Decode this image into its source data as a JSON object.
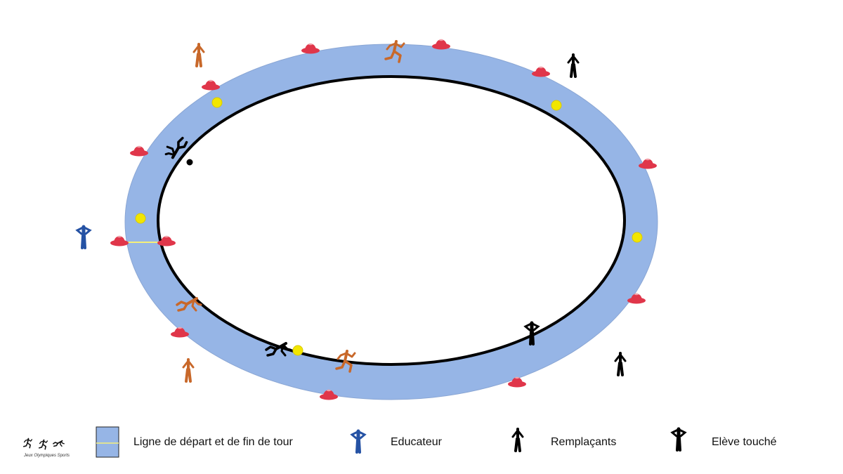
{
  "legend": {
    "logo_caption": "Jeux Olympiques Sports",
    "start_line_label": "Ligne de départ et de fin de tour",
    "educator_label": "Educateur",
    "substitutes_label": "Remplaçants",
    "tagged_label": "Elève touché"
  },
  "colors": {
    "track": "#96b5e6",
    "track_border": "#8aa6d4",
    "inner_line": "#000000",
    "cone": "#e0364a",
    "ball": "#f2e600",
    "start_line": "#f5f07a",
    "educator": "#2552a4",
    "runner": "#c8682a",
    "substitute": "#000000",
    "tagged": "#000000"
  },
  "icons": {
    "educator": "educator-figure-icon",
    "substitute": "substitute-figure-icon",
    "tagged": "tagged-student-figure-icon",
    "runner": "runner-figure-icon",
    "cone": "cone-icon",
    "ball": "ball-icon"
  }
}
